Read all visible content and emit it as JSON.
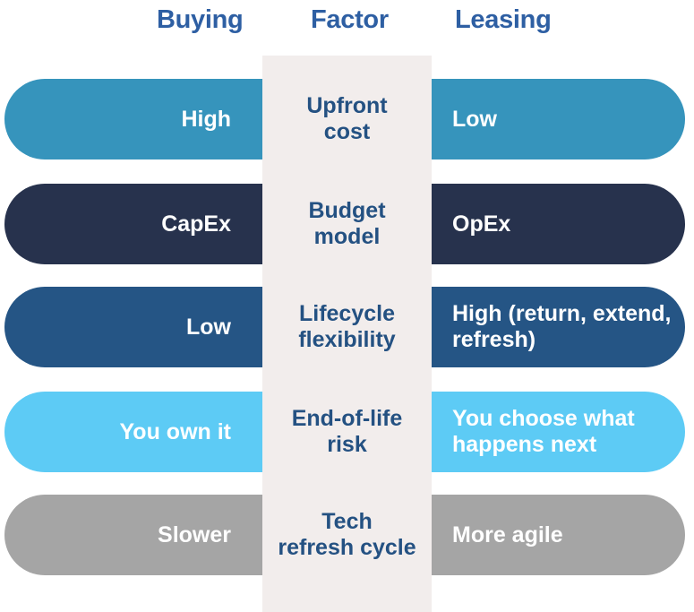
{
  "header": {
    "left_label": "Buying",
    "center_label": "Factor",
    "right_label": "Leasing",
    "color": "#2e5fa3"
  },
  "theme": {
    "page_background": "#ffffff",
    "center_column_background": "#f2edec",
    "center_text_color": "#245182",
    "bar_text_color": "#ffffff"
  },
  "chart_data": {
    "type": "table",
    "title": "",
    "columns": [
      "Buying",
      "Factor",
      "Leasing"
    ],
    "rows": [
      {
        "factor": "Upfront\ncost",
        "factor_line1": "Upfront",
        "factor_line2": "cost",
        "buying": "High",
        "leasing": "Low",
        "bar_color": "#3694bc"
      },
      {
        "factor": "Budget\nmodel",
        "factor_line1": "Budget",
        "factor_line2": "model",
        "buying": "CapEx",
        "leasing": "OpEx",
        "bar_color": "#27324d"
      },
      {
        "factor": "Lifecycle\nflexibility",
        "factor_line1": "Lifecycle",
        "factor_line2": "flexibility",
        "buying": "Low",
        "leasing": "High (return, extend, refresh)",
        "bar_color": "#255585"
      },
      {
        "factor": "End-of-life\nrisk",
        "factor_line1": "End-of-life",
        "factor_line2": "risk",
        "buying": "You own it",
        "leasing": "You choose what happens next",
        "bar_color": "#5dcbf5"
      },
      {
        "factor": "Tech\nrefresh cycle",
        "factor_line1": "Tech",
        "factor_line2": "refresh cycle",
        "buying": "Slower",
        "leasing": "More agile",
        "bar_color": "#a5a5a5"
      }
    ]
  }
}
